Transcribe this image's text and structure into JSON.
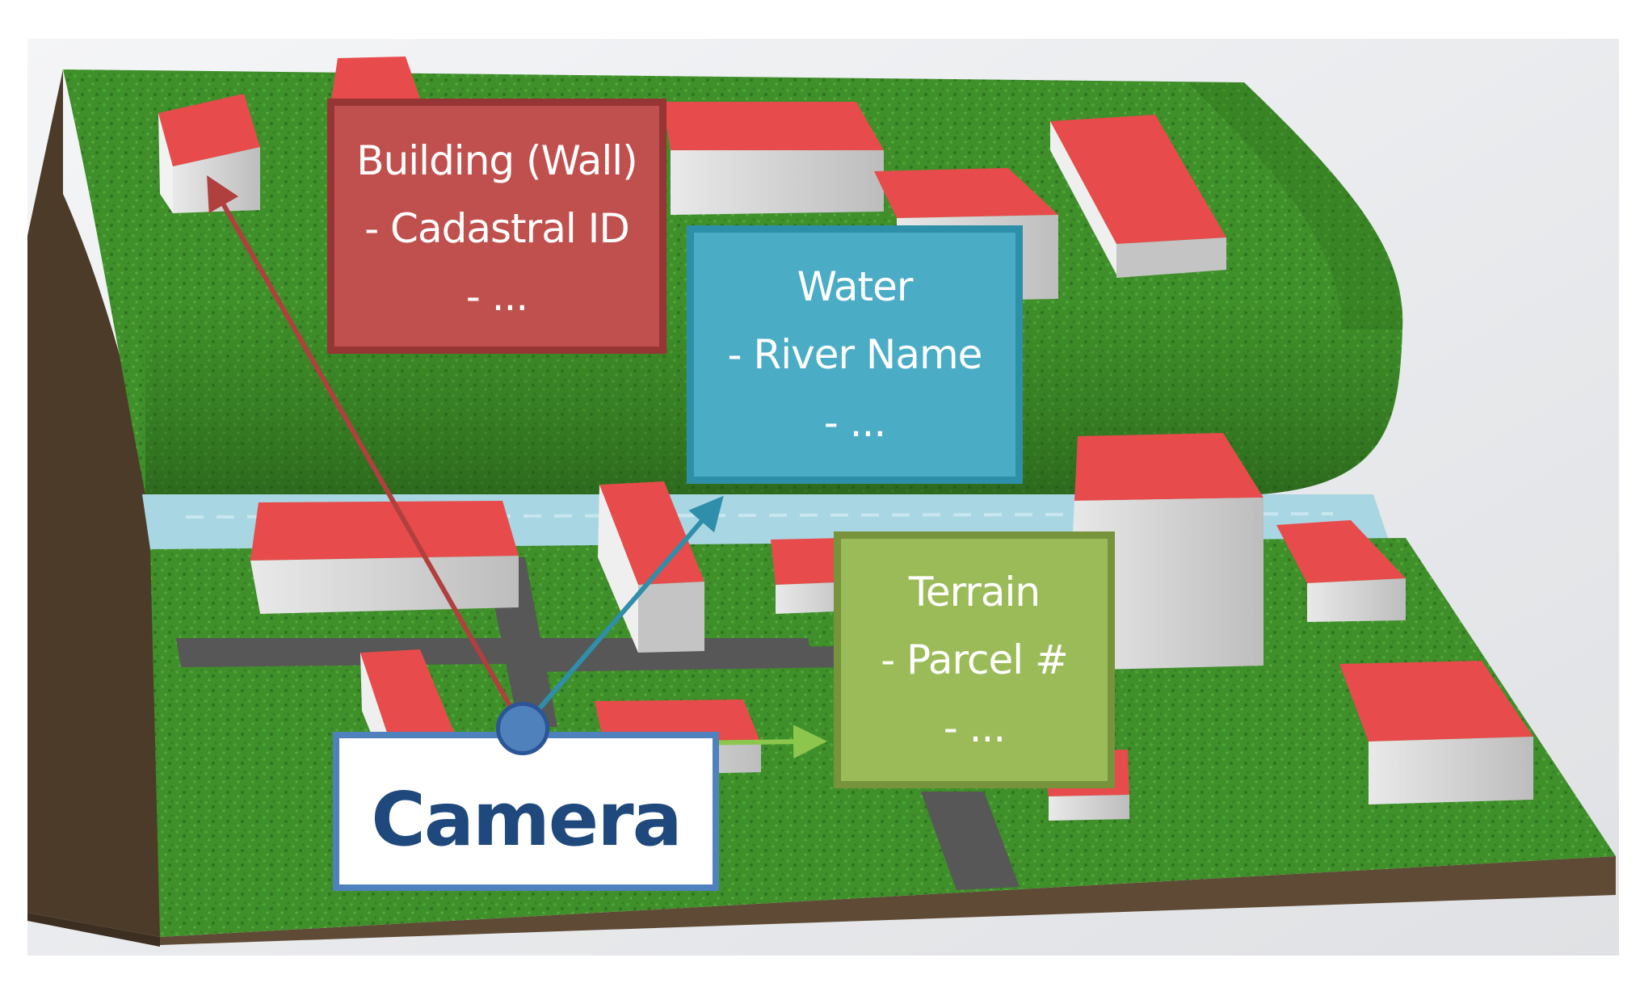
{
  "labels": {
    "building": {
      "title": "Building (Wall)",
      "attribute": "- Cadastral ID",
      "more": "- ..."
    },
    "water": {
      "title": "Water",
      "attribute": "- River Name",
      "more": "- ..."
    },
    "terrain": {
      "title": "Terrain",
      "attribute": "- Parcel #",
      "more": "- ..."
    },
    "camera": "Camera"
  },
  "colors": {
    "building": "#c0504d",
    "water": "#4bacc6",
    "terrain": "#9bbb59",
    "camera_border": "#4f81bd",
    "camera_text": "#1f497d",
    "grass": "#3f8f2a",
    "roof": "#e84b4b",
    "wall": "#c9c9c9",
    "river": "#a9d6e3",
    "road": "#575757",
    "soil": "#5f4a35"
  },
  "icons": {
    "camera": "camera-point-icon"
  }
}
